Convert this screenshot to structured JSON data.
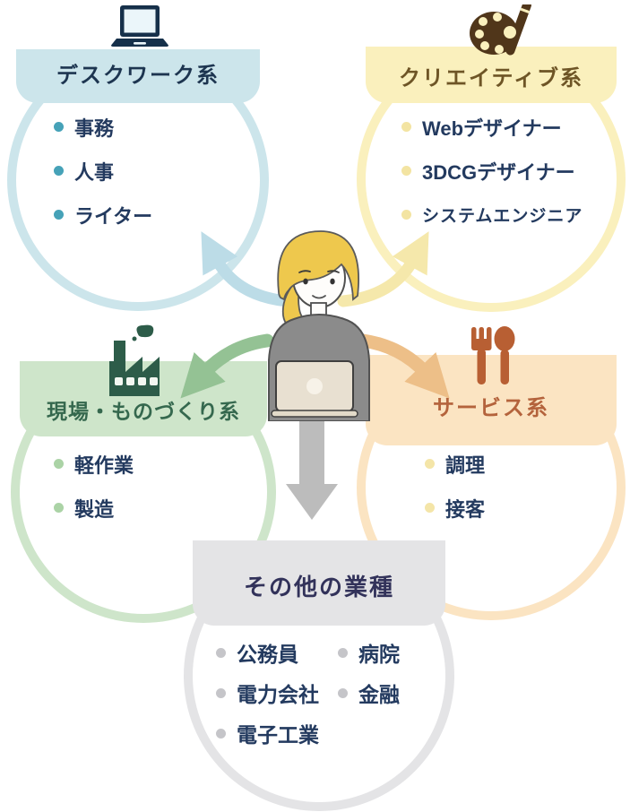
{
  "diagram": {
    "description": "job-category-map-around-person",
    "center_illustration": "woman-typing-on-laptop",
    "categories": [
      {
        "id": "deskwork",
        "label": "デスクワーク系",
        "icon": "laptop-icon",
        "items": [
          "事務",
          "人事",
          "ライター"
        ],
        "colors": {
          "ring": "#cce5eb",
          "title": "#1d3550",
          "bullet": "#46a2b8",
          "arrow": "#bcdce7"
        }
      },
      {
        "id": "creative",
        "label": "クリエイティブ系",
        "icon": "palette-icon",
        "items": [
          "Webデザイナー",
          "3DCGデザイナー",
          "システムエンジニア"
        ],
        "colors": {
          "ring": "#faf0bd",
          "title": "#6e5526",
          "bullet": "#f3e4a2",
          "arrow": "#f5e8ab"
        }
      },
      {
        "id": "field-manufacturing",
        "label": "現場・ものづくり系",
        "icon": "factory-icon",
        "items": [
          "軽作業",
          "製造"
        ],
        "colors": {
          "ring": "#cee5ca",
          "title": "#35684e",
          "bullet": "#abd3a6",
          "arrow": "#94c294"
        }
      },
      {
        "id": "service",
        "label": "サービス系",
        "icon": "fork-spoon-icon",
        "items": [
          "調理",
          "接客"
        ],
        "colors": {
          "ring": "#fbe4c2",
          "title": "#b4633c",
          "bullet": "#f4e5a8",
          "arrow": "#edbf88"
        }
      },
      {
        "id": "other",
        "label": "その他の業種",
        "icon": null,
        "items_left": [
          "公務員",
          "電力会社",
          "電子工業"
        ],
        "items_right": [
          "病院",
          "金融"
        ],
        "colors": {
          "ring": "#e4e4e6",
          "title": "#32325a",
          "bullet": "#c5c5c9",
          "arrow": "#bcbcbc"
        }
      }
    ],
    "item_text_color": "#233a5f"
  }
}
